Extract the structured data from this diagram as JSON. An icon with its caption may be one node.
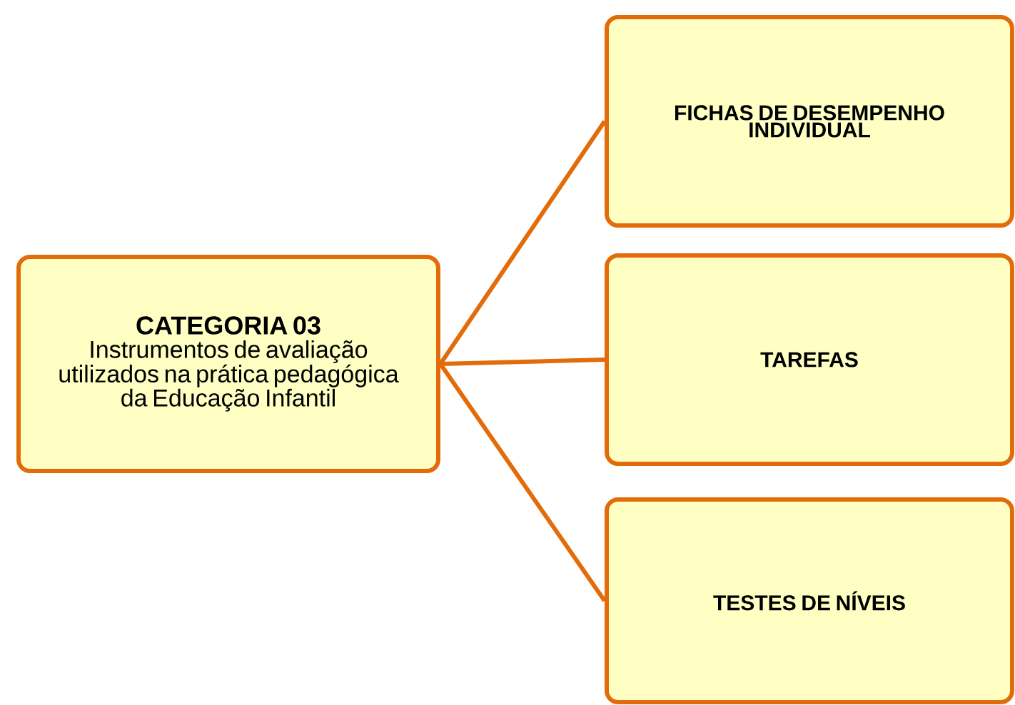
{
  "diagram": {
    "nodes": [
      {
        "text": [
          "CATEGORIA 03",
          "Instrumentos de avaliação utilizados na prática pedagógica da Educação Infantil"
        ]
      },
      {
        "text": [
          "FICHAS DE DESEMPENHO INDIVIDUAL"
        ]
      },
      {
        "text": [
          "TAREFAS"
        ]
      },
      {
        "text": [
          "TESTES DE NÍVEIS"
        ]
      }
    ],
    "edges": [
      {
        "from": 0,
        "to": 1,
        "arrow": "none"
      },
      {
        "from": 0,
        "to": 2,
        "arrow": "none"
      },
      {
        "from": 0,
        "to": 3,
        "arrow": "none"
      }
    ]
  }
}
